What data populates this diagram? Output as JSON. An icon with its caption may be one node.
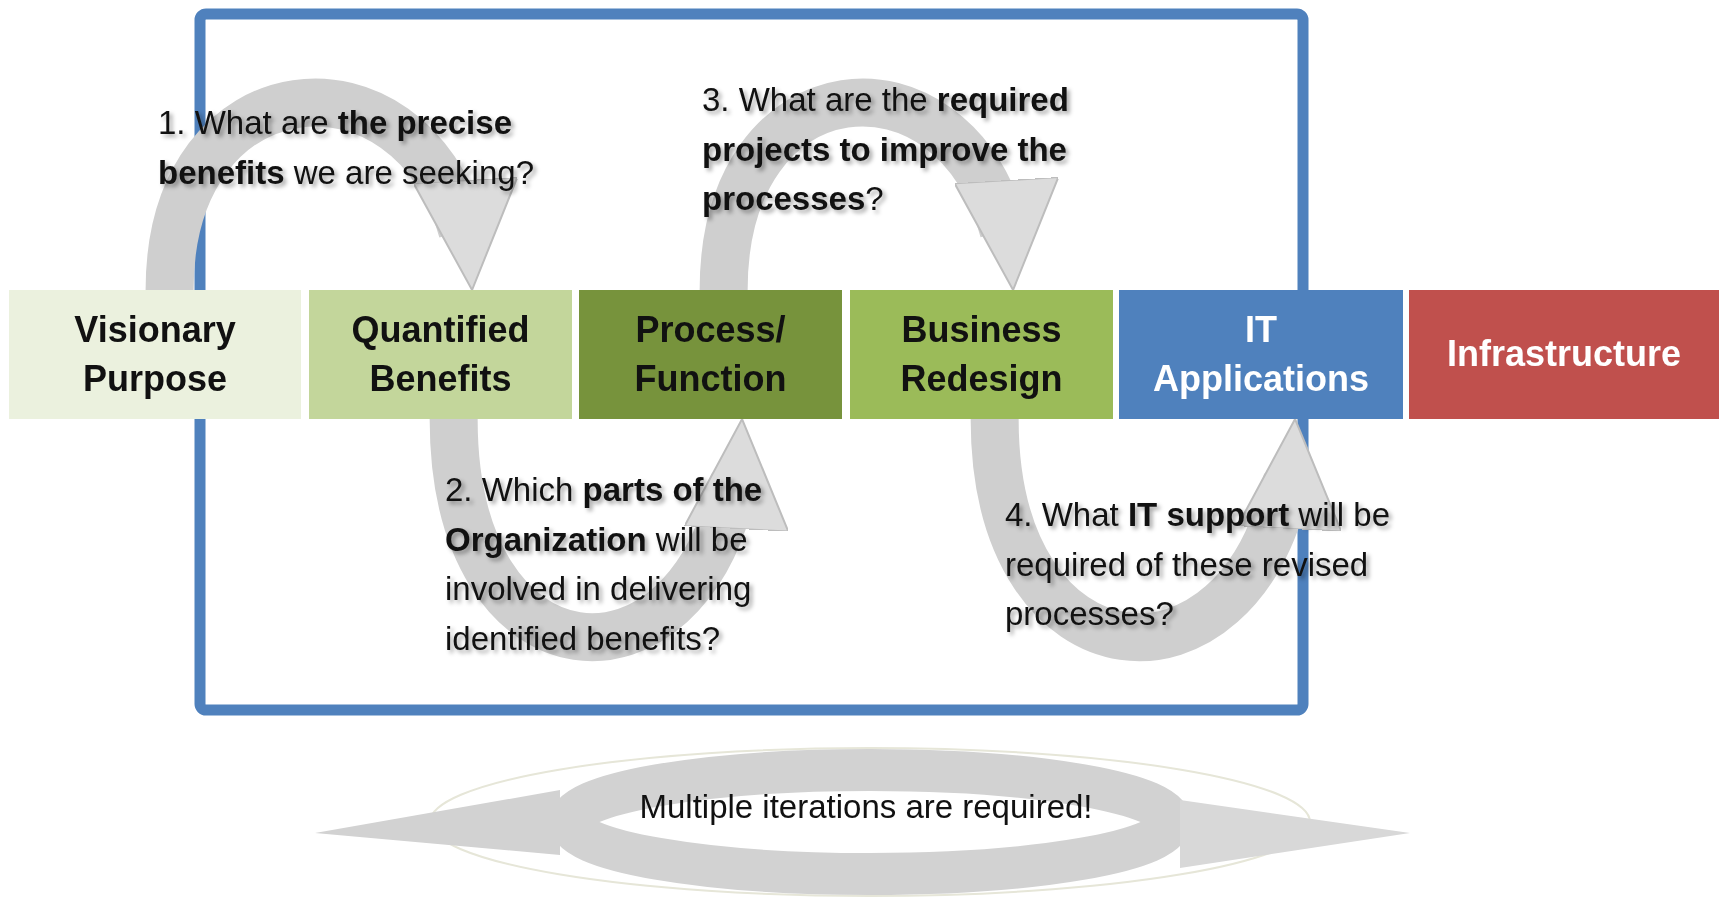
{
  "diagram": {
    "nodes": [
      {
        "text": [
          "Visionary Purpose"
        ]
      },
      {
        "text": [
          "Quantified Benefits"
        ]
      },
      {
        "text": [
          "Process/ Function"
        ]
      },
      {
        "text": [
          "Business Redesign"
        ]
      },
      {
        "text": [
          "IT Applications"
        ]
      },
      {
        "text": [
          "Infrastructure"
        ]
      }
    ],
    "edges": [
      {
        "from": 0,
        "to": 1,
        "arrow": "to",
        "label": "1. What are **the precise benefits** we are seeking?"
      },
      {
        "from": 1,
        "to": 2,
        "arrow": "to",
        "label": "2. Which **parts of the Organization** will be involved in delivering identified benefits?"
      },
      {
        "from": 2,
        "to": 3,
        "arrow": "to",
        "label": "3. What are the **required projects to improve the processes**?"
      },
      {
        "from": 3,
        "to": 4,
        "arrow": "to",
        "label": "4. What **IT support** will be required of these revised processes?"
      }
    ],
    "labels": [
      "Multiple iterations are required!"
    ]
  }
}
